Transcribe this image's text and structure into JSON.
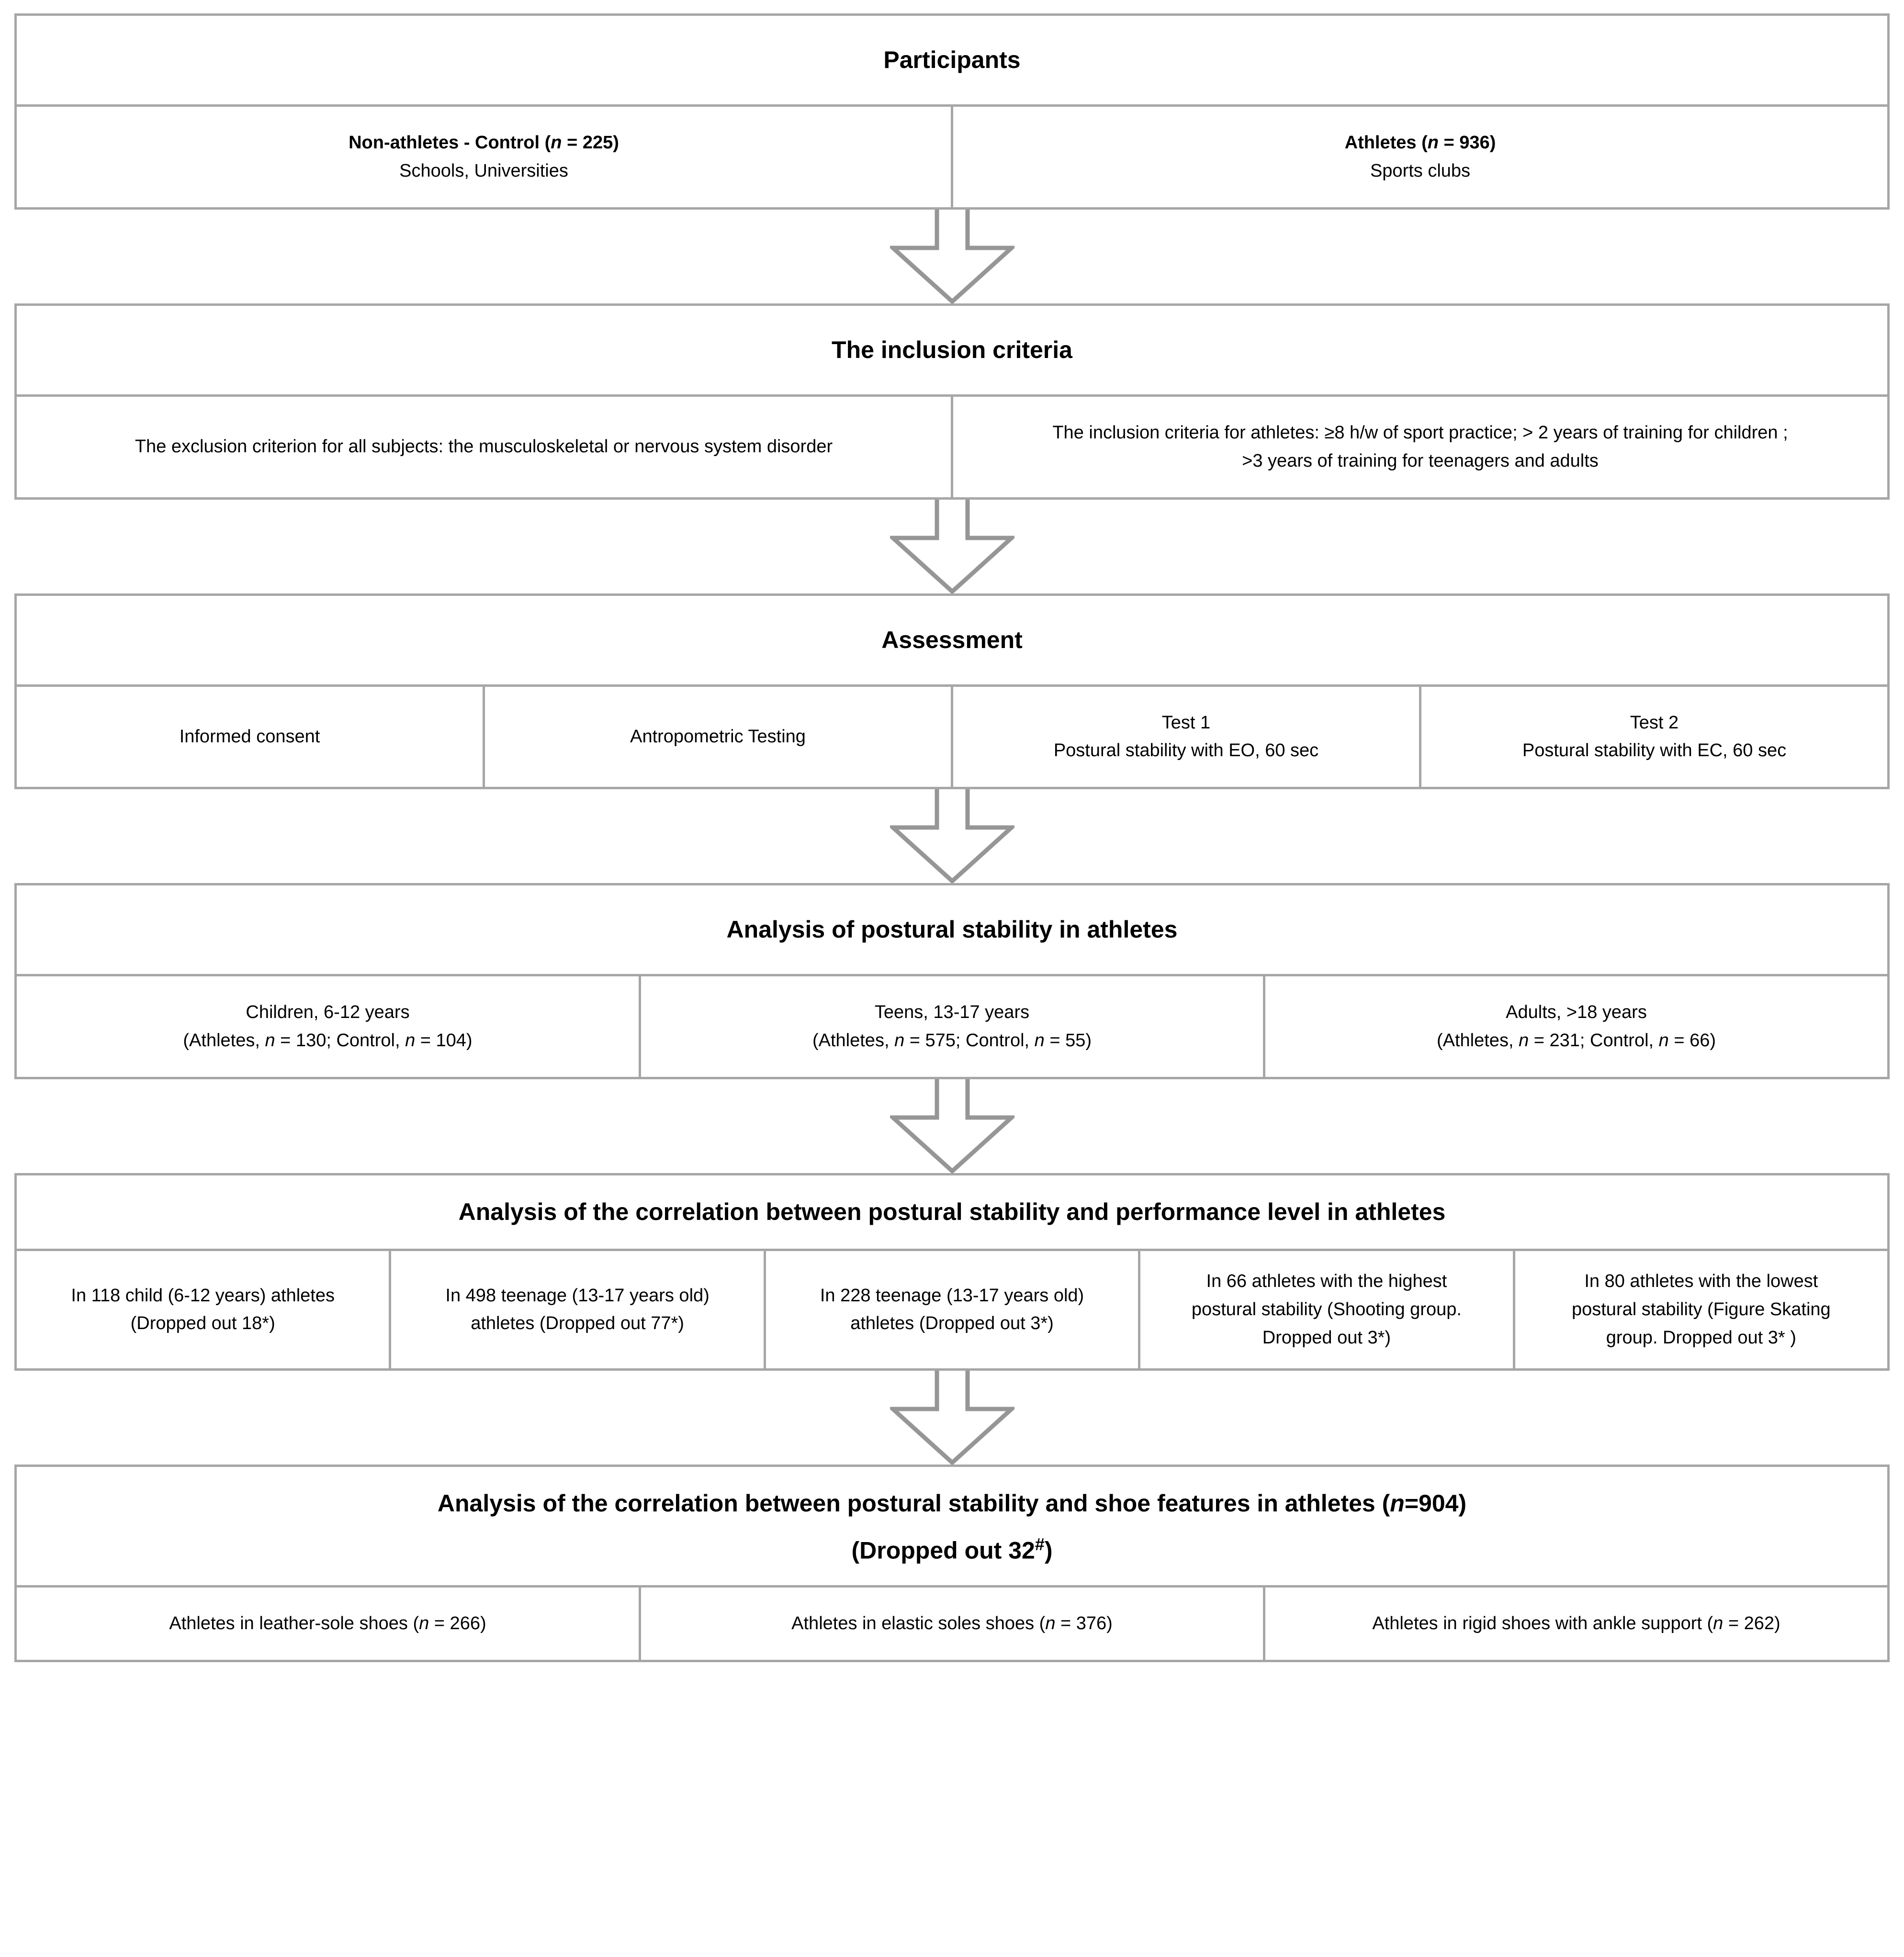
{
  "flowchart": {
    "title": "Participants",
    "nodes": [
      {
        "id": "participants",
        "header": "Participants",
        "columns": [
          {
            "line_1": "Non-athletes - Control (n = 225)",
            "line_2": "Schools, Universities"
          },
          {
            "line_1": "Athletes (n = 936)",
            "line_2": "Sports clubs"
          }
        ]
      },
      {
        "id": "inclusion-criteria",
        "header": "The inclusion criteria",
        "columns": [
          {
            "line_1": "The exclusion criterion for all subjects: the musculoskeletal or nervous system disorder",
            "line_2": ""
          },
          {
            "line_1": "The inclusion criteria for athletes: ≥8 h/w of sport practice; > 2 years of training for children ;",
            "line_2": ">3 years of training for teenagers and adults"
          }
        ]
      },
      {
        "id": "assessment",
        "header": "Assessment",
        "columns": [
          {
            "line_1": "Informed consent",
            "line_2": ""
          },
          {
            "line_1": "Antropometric Testing",
            "line_2": ""
          },
          {
            "line_1": "Test 1",
            "line_2": "Postural stability with EO, 60 sec"
          },
          {
            "line_1": "Test 2",
            "line_2": "Postural stability with EC, 60 sec"
          }
        ]
      },
      {
        "id": "analysis-postural-stability",
        "header": "Analysis of postural stability in athletes",
        "columns": [
          {
            "line_1": "Children, 6-12 years",
            "line_2": "(Athletes, n = 130; Control, n = 104)"
          },
          {
            "line_1": "Teens, 13-17 years",
            "line_2": "(Athletes, n = 575; Control, n = 55)"
          },
          {
            "line_1": "Adults, >18 years",
            "line_2": "(Athletes, n = 231; Control, n = 66)"
          }
        ]
      },
      {
        "id": "analysis-performance-level",
        "header": "Analysis of the correlation between postural stability and performance level in athletes",
        "columns": [
          {
            "line_1": "In 118 child (6-12 years) athletes",
            "line_2": "(Dropped out 18*)"
          },
          {
            "line_1": "In 498 teenage (13-17 years old)",
            "line_2": "athletes (Dropped out 77*)"
          },
          {
            "line_1": "In 228 teenage (13-17 years old)",
            "line_2": "athletes (Dropped out 3*)"
          },
          {
            "line_1": "In 66 athletes with the highest",
            "line_2": "postural stability (Shooting group.",
            "line_3": "Dropped out 3*)"
          },
          {
            "line_1": "In 80 athletes with the lowest",
            "line_2": "postural stability (Figure Skating",
            "line_3": "group. Dropped out 3* )"
          }
        ]
      },
      {
        "id": "analysis-shoe-features",
        "header": "Analysis of the correlation between postural stability and shoe features in athletes (n=904)",
        "subheader": "(Dropped out 32#)",
        "columns": [
          {
            "line_1": "Athletes in leather-sole shoes (n = 266)",
            "line_2": ""
          },
          {
            "line_1": "Athletes in elastic soles shoes (n = 376)",
            "line_2": ""
          },
          {
            "line_1": "Athletes in rigid shoes with ankle support (n = 262)",
            "line_2": ""
          }
        ]
      }
    ],
    "arrow_count": 5,
    "colors": {
      "border": "#a6a6a6",
      "arrow": "#969696",
      "background": "#ffffff",
      "text": "#000000"
    }
  }
}
